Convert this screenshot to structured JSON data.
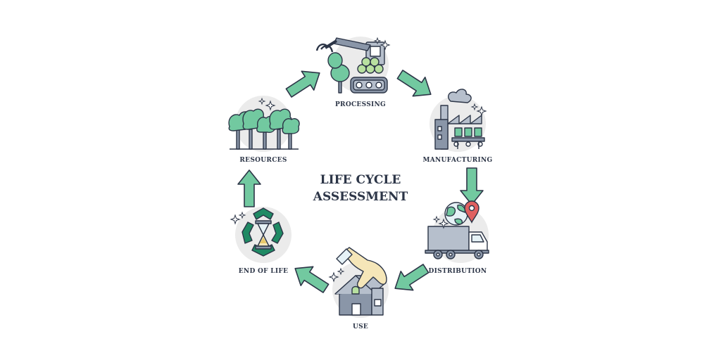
{
  "title": {
    "line1": "LIFE CYCLE",
    "line2": "ASSESSMENT"
  },
  "stages": [
    {
      "id": "processing",
      "label": "PROCESSING"
    },
    {
      "id": "manufacturing",
      "label": "MANUFACTURING"
    },
    {
      "id": "distribution",
      "label": "DISTRIBUTION"
    },
    {
      "id": "use",
      "label": "USE"
    },
    {
      "id": "end-of-life",
      "label": "END OF LIFE"
    },
    {
      "id": "resources",
      "label": "RESOURCES"
    }
  ],
  "colors": {
    "accent_green": "#72c9a0",
    "dark_green": "#1f8a64",
    "outline": "#2c3547",
    "circle_bg": "#ebebeb",
    "slate": "#8a96a8",
    "location_red": "#e06060"
  },
  "icons": [
    "excavator-icon",
    "factory-icon",
    "truck-icon",
    "globe-icon",
    "location-pin-icon",
    "house-icon",
    "hand-icon",
    "recycle-icon",
    "hourglass-icon",
    "trees-icon",
    "sparkle-icon"
  ]
}
